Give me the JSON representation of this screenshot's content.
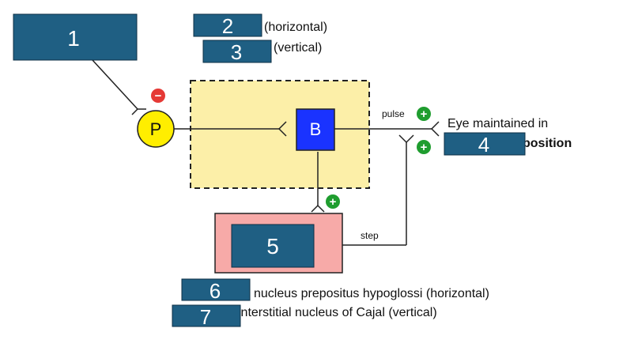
{
  "labels": {
    "label_1": "1",
    "label_2": "2",
    "label_3": "3",
    "label_4": "4",
    "label_5": "5",
    "label_6": "6",
    "label_7": "7"
  },
  "text": {
    "horizontal": "(horizontal)",
    "vertical": "(vertical)",
    "pulse": "pulse",
    "step": "step",
    "eye_line1": "Eye maintained in",
    "eye_line2_partial": "position",
    "nucleus_horizontal": "nucleus prepositus hypoglossi (horizontal)",
    "nucleus_vertical": "interstitial nucleus of Cajal (vertical)"
  },
  "nodes": {
    "p_label": "P",
    "b_label": "B"
  },
  "signs": {
    "minus": "−",
    "plus": "+"
  },
  "colors": {
    "label_box": "#1f5f83",
    "label_text": "#ffffff",
    "p_fill": "#ffee00",
    "b_fill": "#1a33ff",
    "yellow_region": "#fcefa8",
    "pink_region": "#f7aaa8",
    "minus_circle": "#e53935",
    "plus_circle": "#1f9d2f"
  }
}
